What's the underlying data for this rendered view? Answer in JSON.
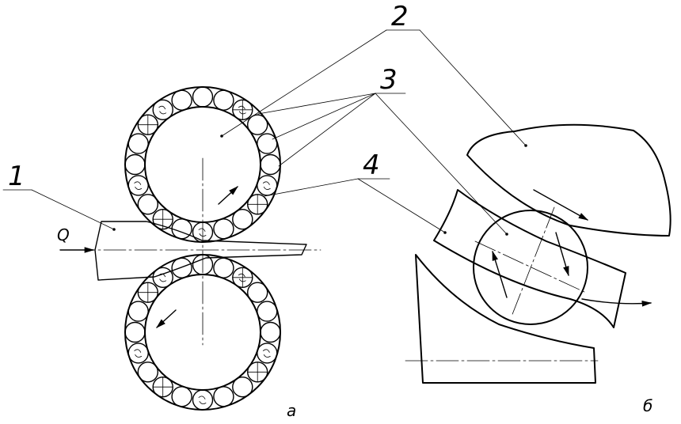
{
  "labels": {
    "part1": "1",
    "part2": "2",
    "part3": "3",
    "part4": "4",
    "force": "Q",
    "view_a": "а",
    "view_b": "б"
  }
}
